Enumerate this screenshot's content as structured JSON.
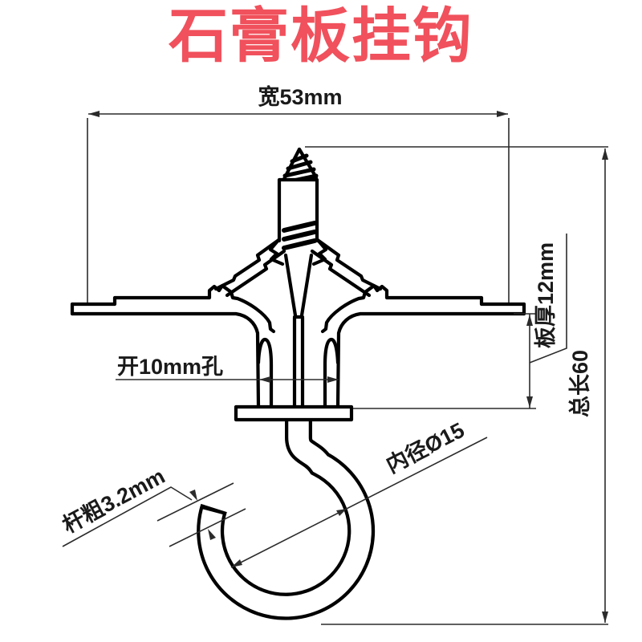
{
  "title": {
    "text": "石膏板挂钩",
    "color": "#f0515c"
  },
  "drawing_type": "technical cross-section of a gypsum board (drywall) ceiling hook anchor",
  "dimensions": {
    "width": {
      "label": "宽53mm",
      "meaning": "overall wing width 53 mm"
    },
    "total_length": {
      "label": "总长60",
      "meaning": "total length 60 mm"
    },
    "board_thickness": {
      "label": "板厚12mm",
      "meaning": "board thickness 12 mm"
    },
    "hole": {
      "label": "开10mm孔",
      "meaning": "drill 10 mm hole"
    },
    "rod_diameter": {
      "label": "杆粗3.2mm",
      "meaning": "hook rod diameter 3.2 mm"
    },
    "inner_diameter": {
      "label": "内径Ø15",
      "meaning": "hook inner diameter 15 mm"
    }
  },
  "colors": {
    "outline": "#000000",
    "dimension_lines": "#2b2b2b",
    "background": "#ffffff"
  }
}
